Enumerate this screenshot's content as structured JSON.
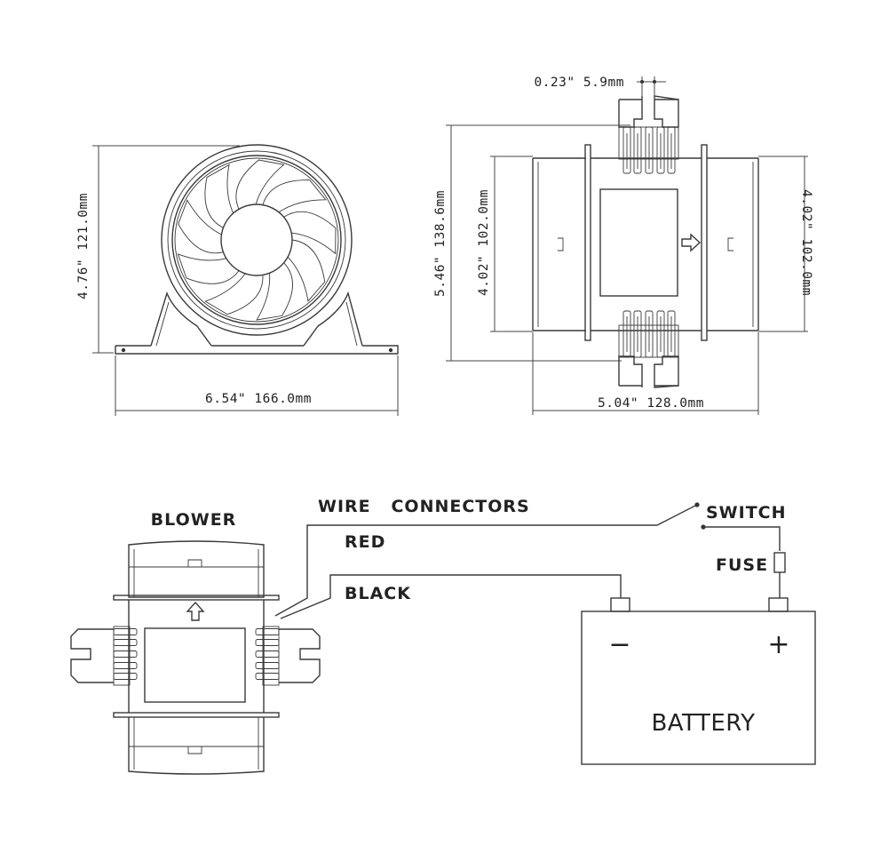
{
  "front_view": {
    "height_dim": "4.76\" 121.0mm",
    "width_dim": "6.54\" 166.0mm"
  },
  "side_view": {
    "terminal_dim": "0.23\" 5.9mm",
    "overall_height_dim": "5.46\" 138.6mm",
    "left_diameter_dim": "4.02\" 102.0mm",
    "right_diameter_dim": "4.02\" 102.0mm",
    "length_dim": "5.04\" 128.0mm"
  },
  "wiring": {
    "blower_label": "BLOWER",
    "wire_connectors_label": "WIRE   CONNECTORS",
    "red_label": "RED",
    "black_label": "BLACK",
    "switch_label": "SWITCH",
    "fuse_label": "FUSE",
    "battery_label": "BATTERY",
    "negative_sign": "−",
    "positive_sign": "+"
  }
}
